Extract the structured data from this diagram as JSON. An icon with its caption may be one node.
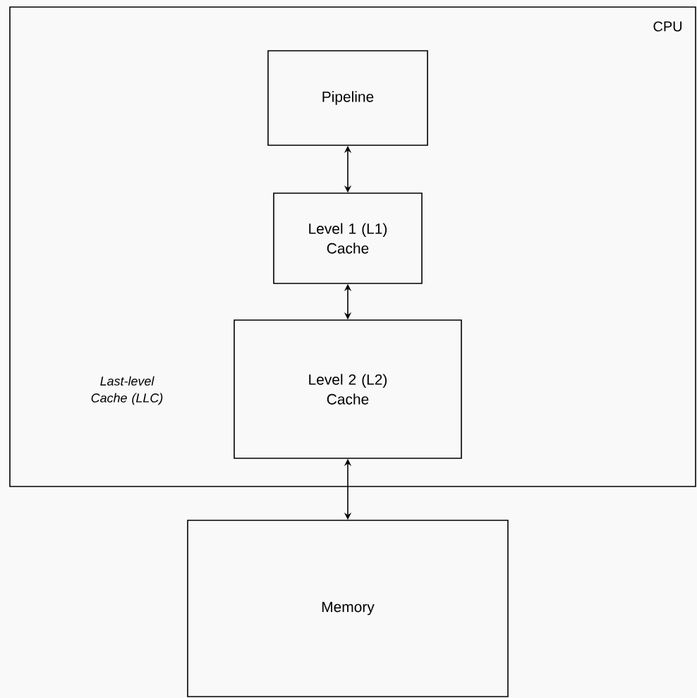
{
  "diagram": {
    "nodes": [
      {
        "text": [
          "CPU"
        ]
      },
      {
        "text": [
          "Pipeline"
        ],
        "in": 0
      },
      {
        "text": [
          "Level 1 (L1) Cache"
        ],
        "in": 0
      },
      {
        "text": [
          "Level 2 (L2) Cache"
        ],
        "in": 0
      },
      {
        "text": [
          "Memory"
        ]
      }
    ],
    "edges": [
      {
        "from": 1,
        "to": 2,
        "arrow": "both"
      },
      {
        "from": 2,
        "to": 3,
        "arrow": "both"
      },
      {
        "from": 3,
        "to": 4,
        "arrow": "both"
      }
    ],
    "labels": [
      "Last-level Cache (LLC)"
    ]
  }
}
